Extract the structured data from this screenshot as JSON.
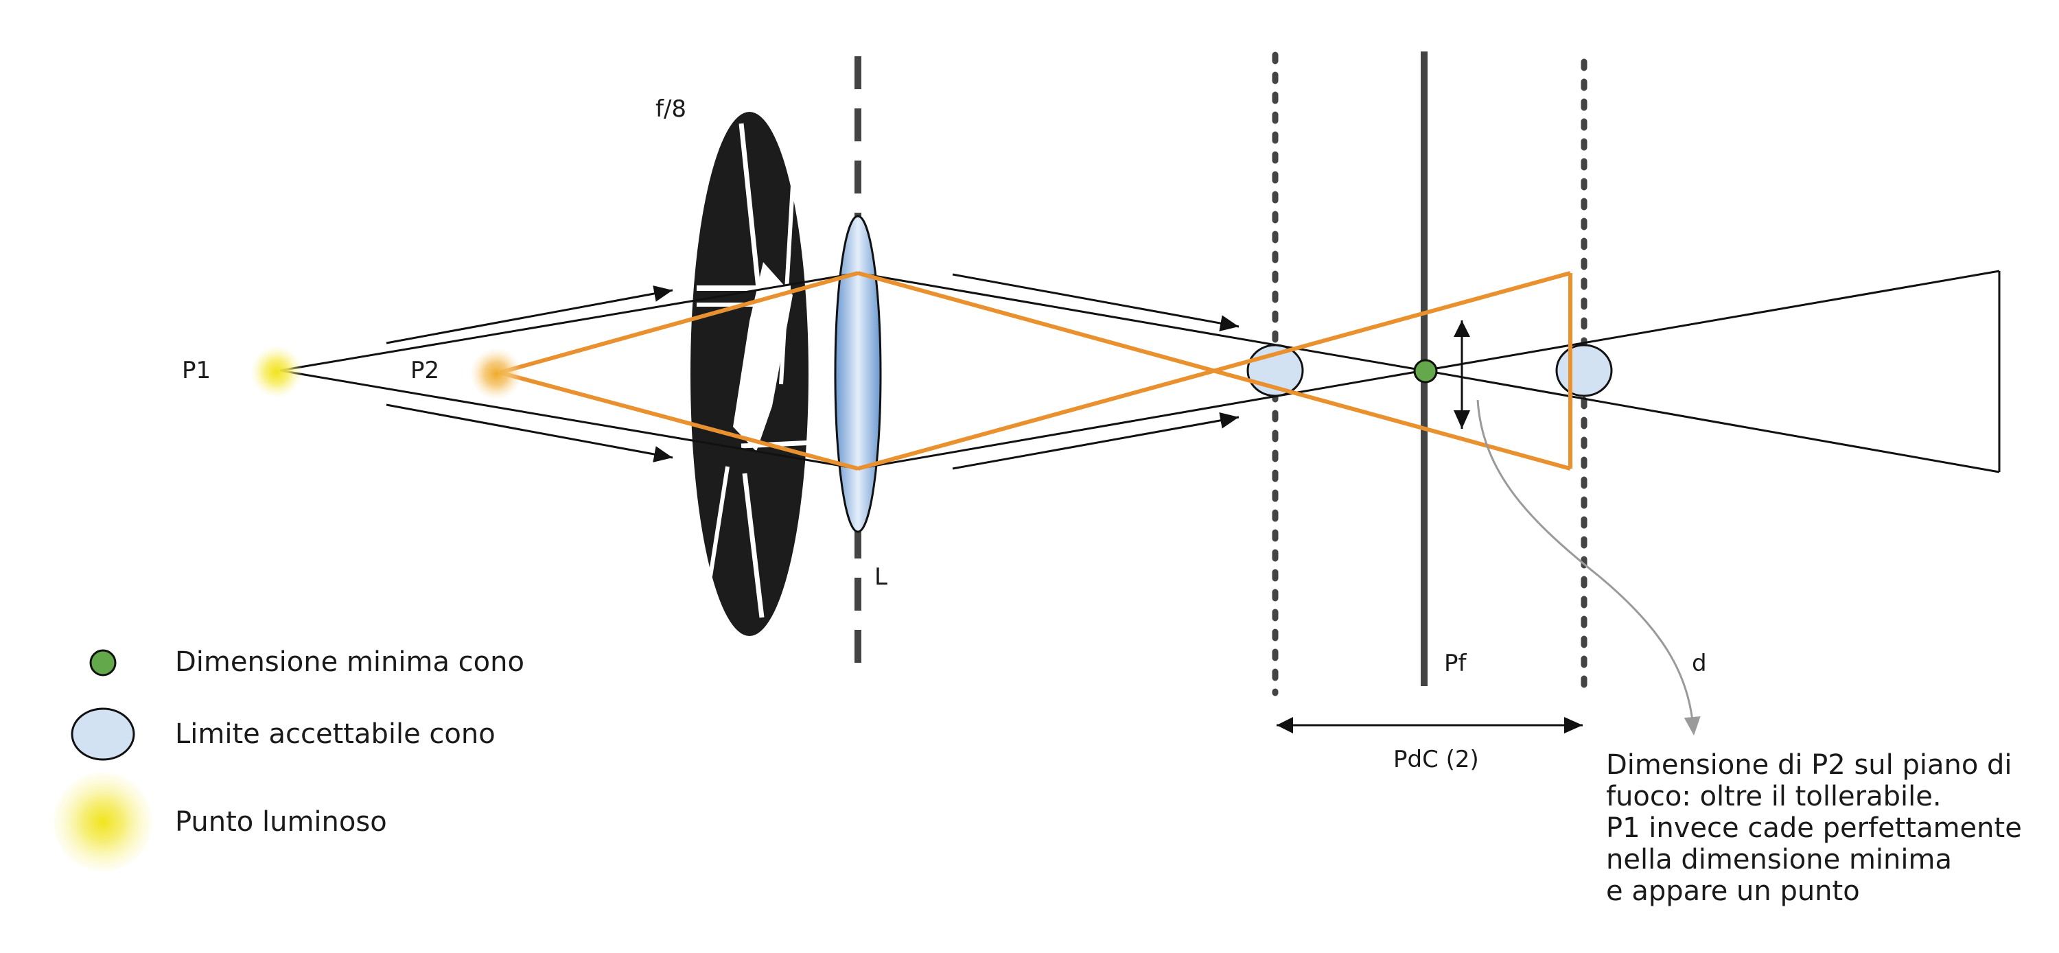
{
  "labels": {
    "p1": "P1",
    "p2": "P2",
    "aperture": "f/8",
    "lens": "L",
    "focal_plane": "Pf",
    "depth_of_field": "PdC (2)",
    "d": "d"
  },
  "legend": [
    {
      "icon": "green-dot-icon",
      "label": "Dimensione minima cono"
    },
    {
      "icon": "blue-ellipse-icon",
      "label": "Limite accettabile cono"
    },
    {
      "icon": "light-point-icon",
      "label": "Punto luminoso"
    }
  ],
  "note": [
    "Dimensione di P2 sul piano di",
    "fuoco: oltre il tollerabile.",
    "P1 invece cade perfettamente",
    "nella dimensione minima",
    "e appare un punto"
  ],
  "colors": {
    "orange_cone": "#E8912E",
    "black_cone": "#1a1a1a",
    "lens_blue": "#7BA4D6",
    "limit_ellipse": "#D2E2F3",
    "minimum_dot": "#63A84A",
    "light_point": "#F3E51A",
    "curve_gray": "#9a9a9a"
  }
}
